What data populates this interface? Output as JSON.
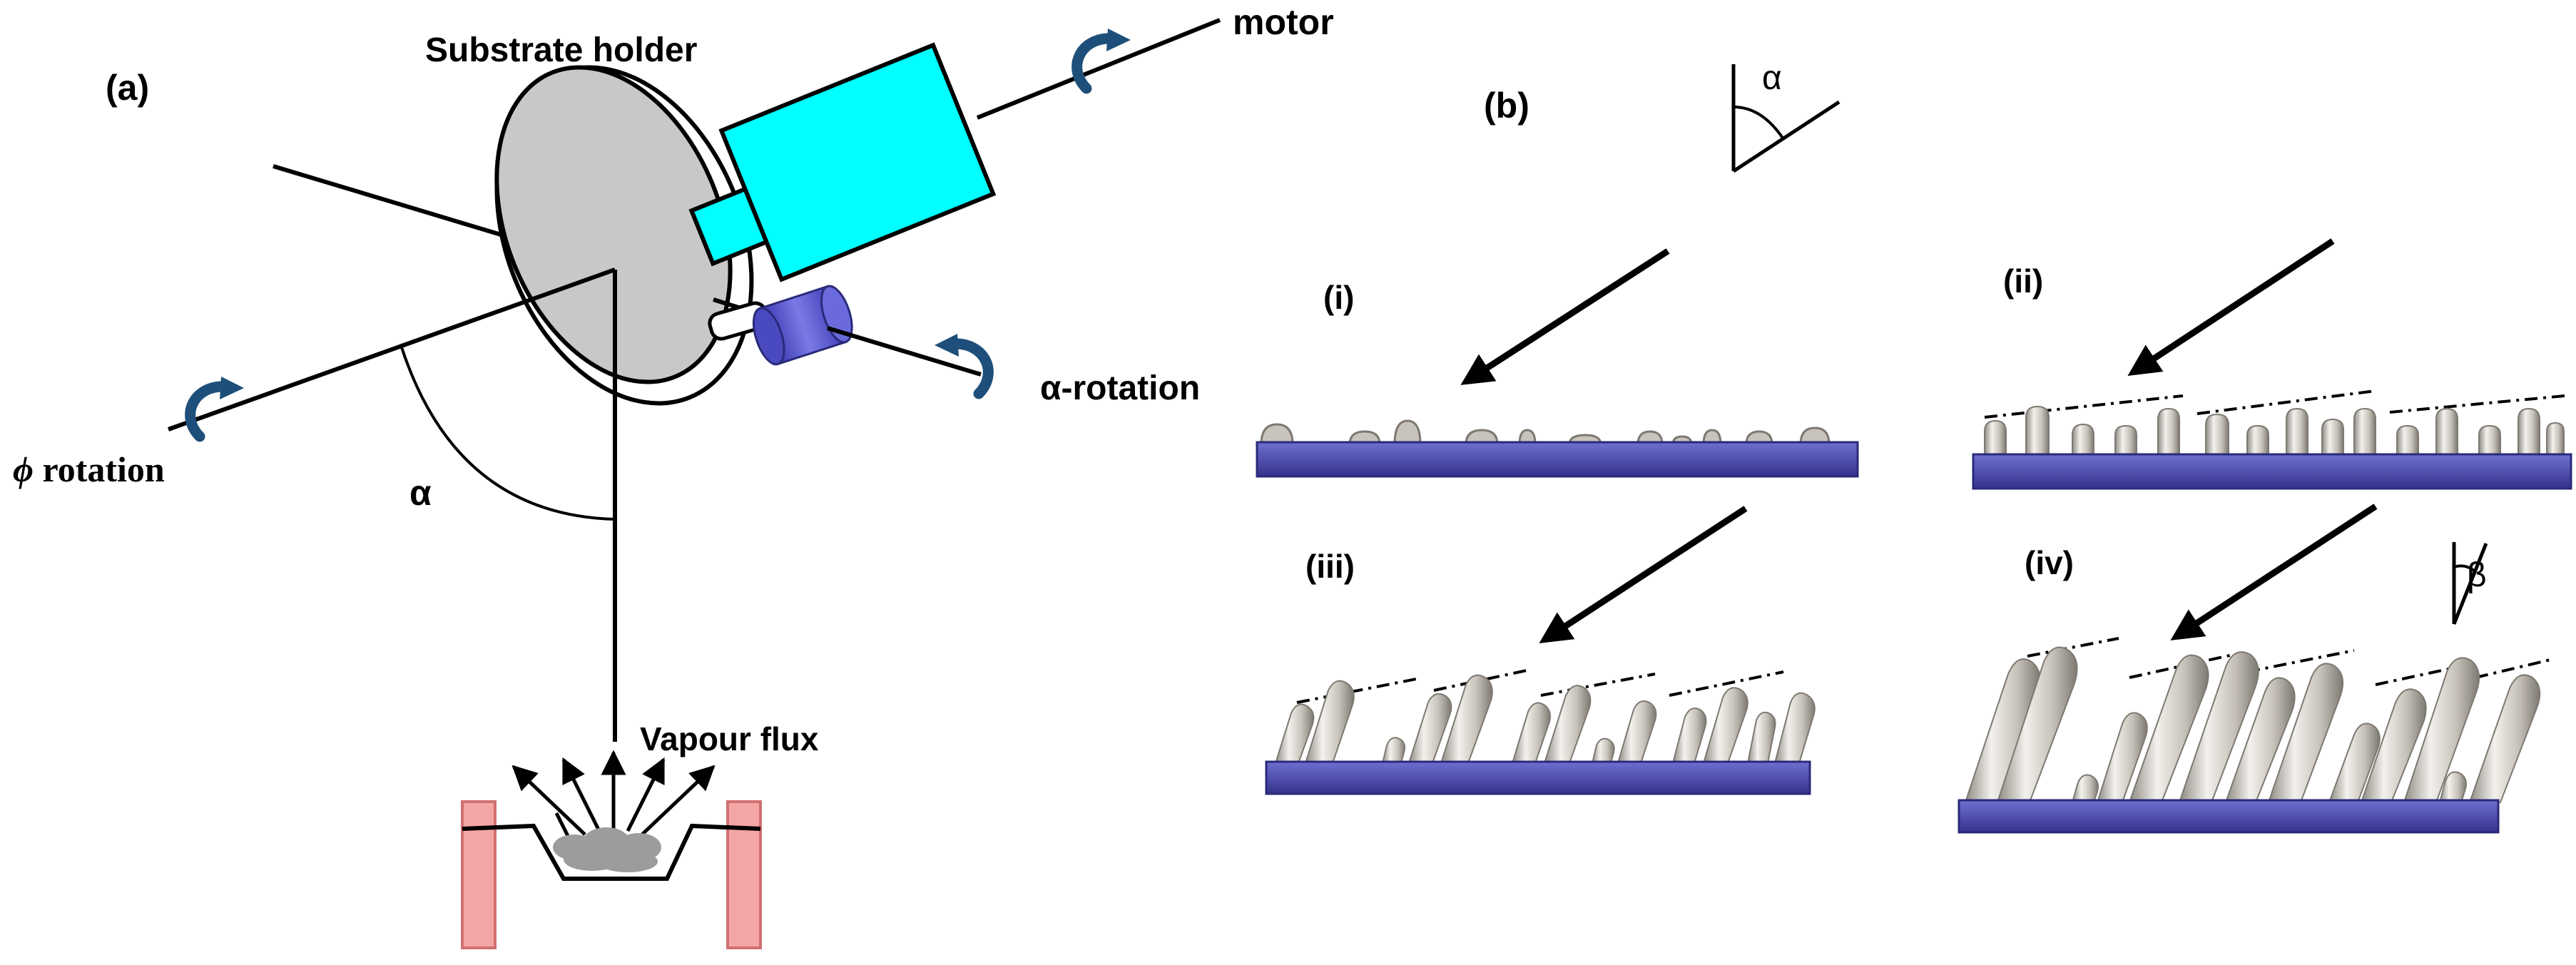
{
  "panel_a": {
    "label": "(a)",
    "substrate_holder_label": "Substrate holder",
    "motor_label": "motor",
    "alpha_rotation_label": "α-rotation",
    "phi_symbol": "ϕ",
    "phi_text": " rotation",
    "alpha_label": "α",
    "vapour_flux_label": "Vapour flux"
  },
  "panel_b": {
    "label": "(b)",
    "alpha_symbol": "α",
    "beta_symbol": "β",
    "stages": [
      {
        "label": "(i)"
      },
      {
        "label": "(ii)"
      },
      {
        "label": "(iii)"
      },
      {
        "label": "(iv)"
      }
    ]
  },
  "colors": {
    "motor_body": "#00ffff",
    "roller": "#5b5bd6",
    "substrate_disk": "#c8c8c8",
    "curl_arrow": "#1e4f7a",
    "crucible_post": "#f4a6a6",
    "base_plate": "#4a4aad",
    "columns": "#c9c4bb"
  }
}
